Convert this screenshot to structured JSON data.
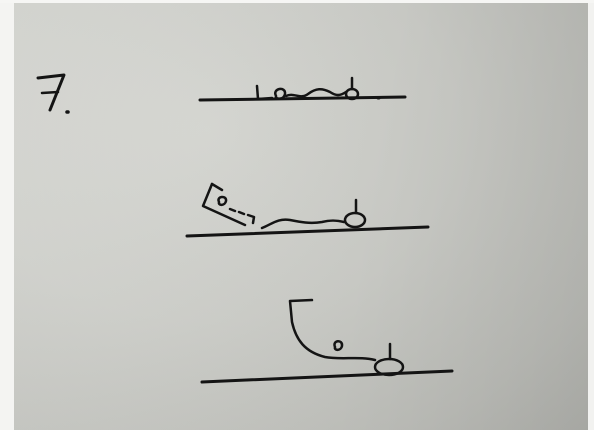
{
  "image": {
    "kind": "photo-of-hand-drawn-sketch",
    "number_label": "7.",
    "panels": [
      {
        "name": "panel-1"
      },
      {
        "name": "panel-2"
      },
      {
        "name": "panel-3"
      }
    ],
    "ink_color": "#141414",
    "paper_color": "#cfd0cb"
  }
}
